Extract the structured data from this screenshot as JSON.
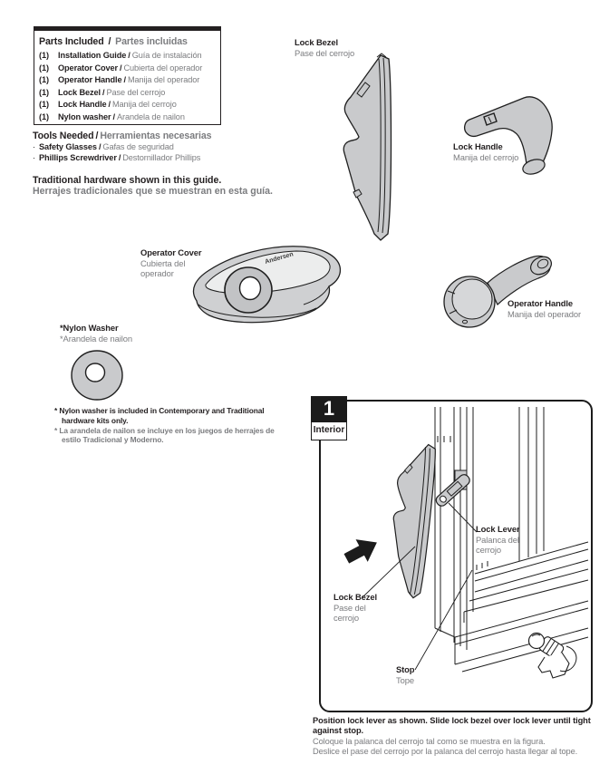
{
  "sep": "/",
  "bullet": "·",
  "brand": "Andersen",
  "colors": {
    "ink": "#231f20",
    "gray_text": "#7b7c7f",
    "part_fill": "#c9cacc",
    "paper": "#ffffff"
  },
  "parts_box": {
    "title_en": "Parts Included",
    "title_es": "Partes incluidas",
    "items": [
      {
        "qty": "(1)",
        "en": "Installation Guide",
        "es": "Guía de instalación"
      },
      {
        "qty": "(1)",
        "en": "Operator Cover",
        "es": "Cubierta del operador"
      },
      {
        "qty": "(1)",
        "en": "Operator Handle",
        "es": "Manija del operador"
      },
      {
        "qty": "(1)",
        "en": "Lock Bezel",
        "es": "Pase del cerrojo"
      },
      {
        "qty": "(1)",
        "en": "Lock Handle",
        "es": "Manija del cerrojo"
      },
      {
        "qty": "(1)",
        "en": "Nylon washer",
        "es": "Arandela de nailon"
      }
    ]
  },
  "tools": {
    "title_en": "Tools Needed",
    "title_es": "Herramientas necesarias",
    "items": [
      {
        "en": "Safety Glasses",
        "es": "Gafas de seguridad"
      },
      {
        "en": "Phillips Screwdriver",
        "es": "Destornillador Phillips"
      }
    ]
  },
  "note_en": "Traditional hardware shown in this guide.",
  "note_es": "Herrajes tradicionales que se muestran en esta guía.",
  "labels": {
    "lock_bezel_en": "Lock Bezel",
    "lock_bezel_es": "Pase del cerrojo",
    "lock_handle_en": "Lock Handle",
    "lock_handle_es": "Manija del cerrojo",
    "operator_cover_en": "Operator Cover",
    "operator_cover_es": "Cubierta del operador",
    "operator_handle_en": "Operator Handle",
    "operator_handle_es": "Manija del operador",
    "nylon_washer_en": "*Nylon Washer",
    "nylon_washer_es": "*Arandela de nailon"
  },
  "footnote_en": "* Nylon washer is included in Contemporary and Traditional hardware kits only.",
  "footnote_es": "* La arandela de nailon se incluye en los juegos de herrajes de estilo Tradicional y Moderno.",
  "step1": {
    "number": "1",
    "location": "Interior",
    "lock_lever_en": "Lock Lever",
    "lock_lever_es": "Palanca del cerrojo",
    "lock_bezel_en": "Lock Bezel",
    "lock_bezel_es": "Pase del cerrojo",
    "stop_en": "Stop",
    "stop_es": "Tope",
    "caption_en": "Position lock lever as shown. Slide lock bezel over lock lever until tight against stop.",
    "caption_es_1": "Coloque la palanca del cerrojo tal como se muestra en la figura.",
    "caption_es_2": "Deslice el pase del cerrojo por la palanca del cerrojo hasta llegar al tope."
  }
}
